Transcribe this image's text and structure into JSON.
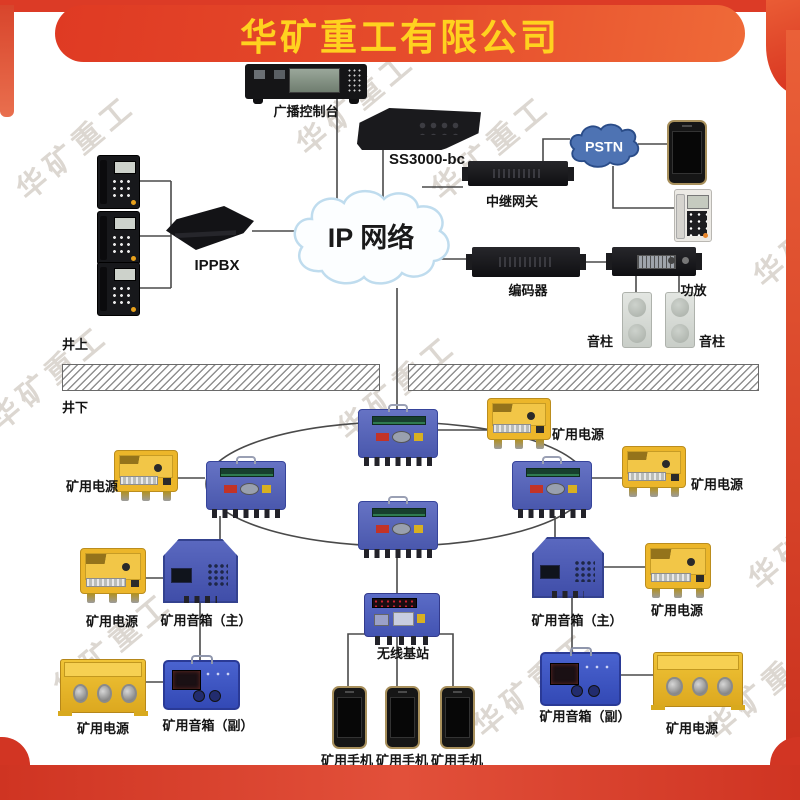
{
  "company_banner": {
    "title": "华矿重工有限公司"
  },
  "watermark_text": "华矿重工",
  "surface": {
    "broadcast_console_label": "广播控制台",
    "server_label": "SS3000-bc",
    "relay_gateway_label": "中继网关",
    "pstn_label": "PSTN",
    "ippbx_label": "IPPBX",
    "ip_network_label": "IP 网络",
    "encoder_label": "编码器",
    "amplifier_label": "功放",
    "column_speaker_labels": [
      "音柱",
      "音柱"
    ],
    "zone_above_label": "井上",
    "zone_below_label": "井下"
  },
  "underground": {
    "mine_power_labels": [
      "矿用电源",
      "矿用电源",
      "矿用电源",
      "矿用电源",
      "矿用电源",
      "矿用电源",
      "矿用电源"
    ],
    "speaker_main_labels": [
      "矿用音箱（主）",
      "矿用音箱（主）"
    ],
    "speaker_sub_labels": [
      "矿用音箱（副）",
      "矿用音箱（副）"
    ],
    "base_station_label": "无线基站",
    "mine_phone_labels": [
      "矿用手机",
      "矿用手机",
      "矿用手机"
    ]
  },
  "colors": {
    "banner_red": "#df3a23",
    "banner_gold": "#ffd21f",
    "pstn_cloud_blue": "#4e73b3",
    "ip_cloud_edge": "#bfdcee",
    "device_blue": "#5060b8",
    "device_yellow": "#ecb62a",
    "wire_gray": "#4a4a4a"
  }
}
